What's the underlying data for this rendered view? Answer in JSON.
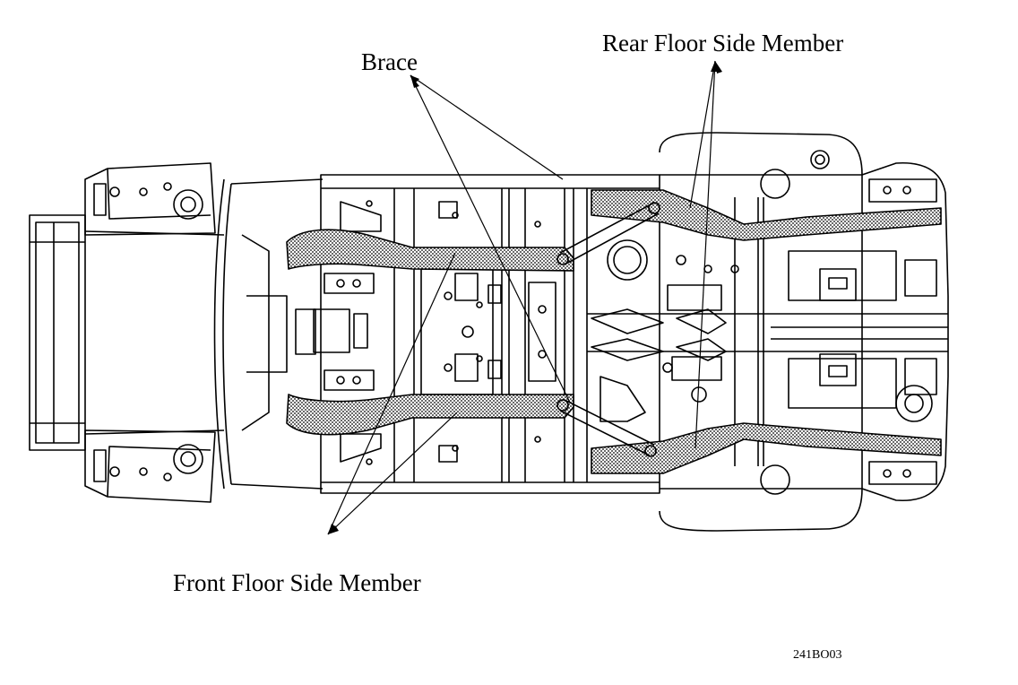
{
  "labels": {
    "brace": "Brace",
    "rear_floor_side_member": "Rear Floor Side Member",
    "front_floor_side_member": "Front Floor Side Member",
    "figure_code": "241BO03"
  },
  "colors": {
    "line": "#000000",
    "background": "#ffffff",
    "member_fill": "#c8c8c8"
  }
}
